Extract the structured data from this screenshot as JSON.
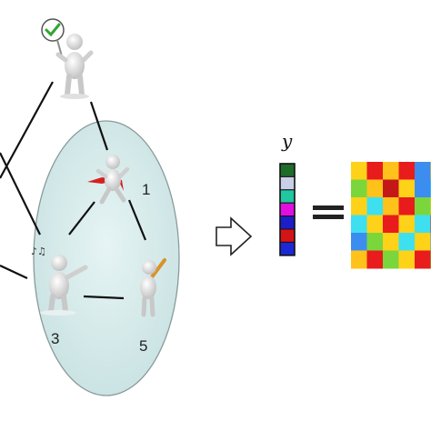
{
  "diagram": {
    "node_labels": {
      "node_1": "1",
      "node_3": "3",
      "node_5": "5"
    },
    "vector_label": "y",
    "vector_colors": [
      "#1f6b2a",
      "#c9cfe8",
      "#21c79f",
      "#e00fe0",
      "#1e1ec8",
      "#d51515",
      "#1c28d4"
    ],
    "matrix_colors": [
      [
        "#ffd21a",
        "#e81c1c",
        "#ffc21a",
        "#e81c1c",
        "#3c8df0",
        "#ffd21a",
        "#ff8c1a"
      ],
      [
        "#7bd63c",
        "#ffc21a",
        "#c41818",
        "#ffd21a",
        "#3c8df0",
        "#3ee0f0",
        "#e81c1c"
      ],
      [
        "#ffd21a",
        "#3ee0f0",
        "#ffc21a",
        "#e81c1c",
        "#7bd63c",
        "#ffd21a",
        "#3c8df0"
      ],
      [
        "#3ee0f0",
        "#ffd21a",
        "#e81c1c",
        "#ffd21a",
        "#3ee0f0",
        "#e81c1c",
        "#7bd63c"
      ],
      [
        "#3c8df0",
        "#7bd63c",
        "#ffd21a",
        "#3ee0f0",
        "#ffd21a",
        "#3c8df0",
        "#ffc21a"
      ],
      [
        "#ffc21a",
        "#e81c1c",
        "#7bd63c",
        "#ffd21a",
        "#e81c1c",
        "#7bd63c",
        "#3ee0f0"
      ]
    ],
    "accent_colors": {
      "cluster_fill": "#d6ecec",
      "check_mark": "#2ea82e",
      "scarf": "#d62020",
      "bat": "#d9922a"
    }
  }
}
